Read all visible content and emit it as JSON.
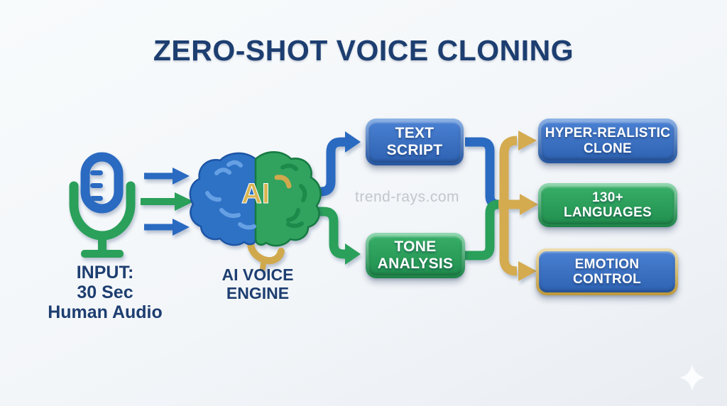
{
  "title": "ZERO-SHOT VOICE CLONING",
  "watermark": "trend-rays.com",
  "input": {
    "icon": "microphone",
    "lines": [
      "INPUT:",
      "30 Sec",
      "Human Audio"
    ]
  },
  "engine": {
    "icon": "ai-brain",
    "brain_label": "AI",
    "lines": [
      "AI VOICE",
      "ENGINE"
    ]
  },
  "process_nodes": [
    {
      "id": "text-script",
      "color": "blue",
      "lines": [
        "TEXT",
        "SCRIPT"
      ]
    },
    {
      "id": "tone-analysis",
      "color": "green",
      "lines": [
        "TONE",
        "ANALYSIS"
      ]
    }
  ],
  "output_nodes": [
    {
      "id": "hyper-realistic-clone",
      "color": "blue",
      "lines": [
        "HYPER-REALISTIC",
        "CLONE"
      ]
    },
    {
      "id": "languages",
      "color": "green",
      "lines": [
        "130+",
        "LANGUAGES"
      ]
    },
    {
      "id": "emotion-control",
      "color": "blue-gold",
      "lines": [
        "EMOTION",
        "CONTROL"
      ]
    }
  ],
  "colors": {
    "blue": "#2b6ac1",
    "green": "#2aa05a",
    "gold": "#d4ab50",
    "navy": "#1d3e70",
    "background": "#f4f7f9",
    "watermark_gray": "#c2c7cd"
  }
}
